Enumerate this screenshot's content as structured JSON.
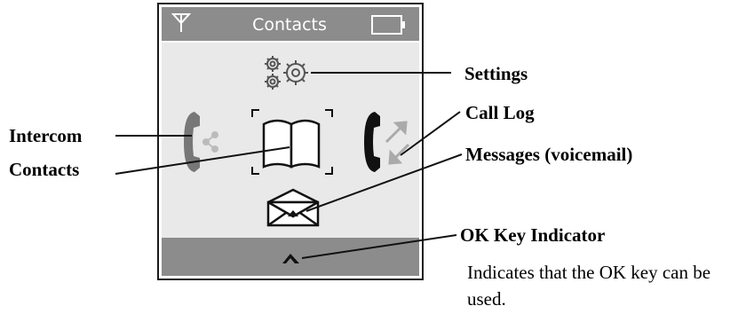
{
  "screen": {
    "title": "Contacts",
    "icons": {
      "status_left": "antenna-icon",
      "status_right": "battery-icon",
      "settings": "settings-gears-icon",
      "intercom": "intercom-handset-icon",
      "contacts": "open-book-icon",
      "call_log": "call-log-handset-icon",
      "messages": "envelope-icon",
      "ok_key": "ok-key-icon"
    }
  },
  "callouts": {
    "settings": "Settings",
    "intercom": "Intercom",
    "call_log": "Call Log",
    "contacts": "Contacts",
    "messages": "Messages (voicemail)",
    "ok_key": "OK Key Indicator"
  },
  "description": "Indicates that the OK key can be used."
}
